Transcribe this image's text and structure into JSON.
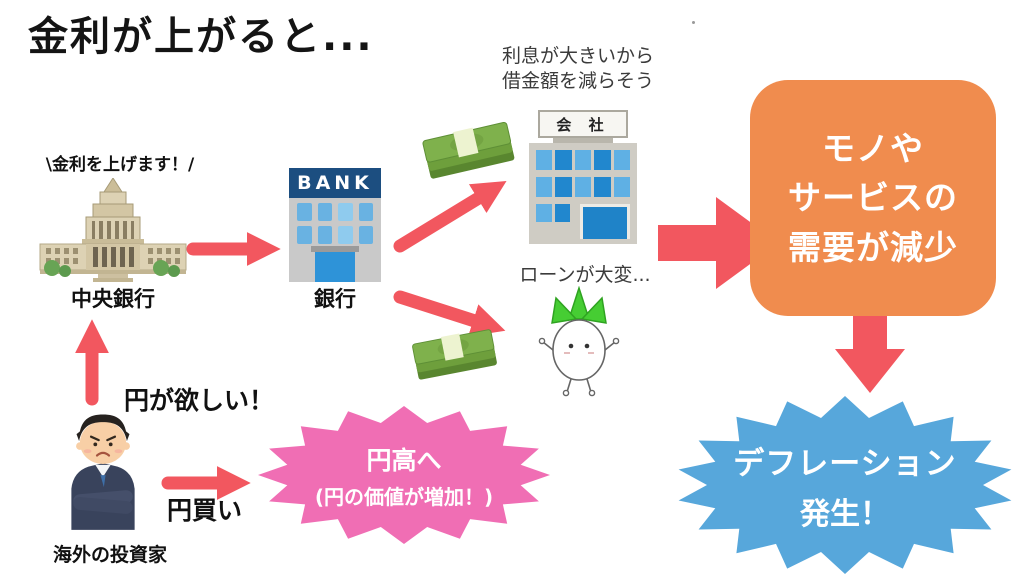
{
  "title": "金利が上がると...",
  "colors": {
    "arrow_red": "#F2575F",
    "demand_orange": "#F08C4E",
    "deflation_blue": "#57A7DB",
    "yen_pink": "#F06EB4",
    "bank_sign_blue": "#1C4E80"
  },
  "central_bank": {
    "speech": "\\金利を上げます！/",
    "label": "中央銀行"
  },
  "bank": {
    "sign": "BANK",
    "label": "銀行"
  },
  "company": {
    "sign": "会 社",
    "thought": [
      "利息が大きいから",
      "借金額を減らそう"
    ]
  },
  "borrower": {
    "thought": "ローンが大変..."
  },
  "investor": {
    "label": "海外の投資家",
    "speech": "円が欲しい！",
    "action_label": "円買い"
  },
  "demand_box": {
    "lines": [
      "モノや",
      "サービスの",
      "需要が減少"
    ]
  },
  "deflation_burst": {
    "lines": [
      "デフレーション",
      "発生！"
    ]
  },
  "yen_burst": {
    "lines": [
      "円高へ",
      "(円の価値が増加！)"
    ]
  }
}
